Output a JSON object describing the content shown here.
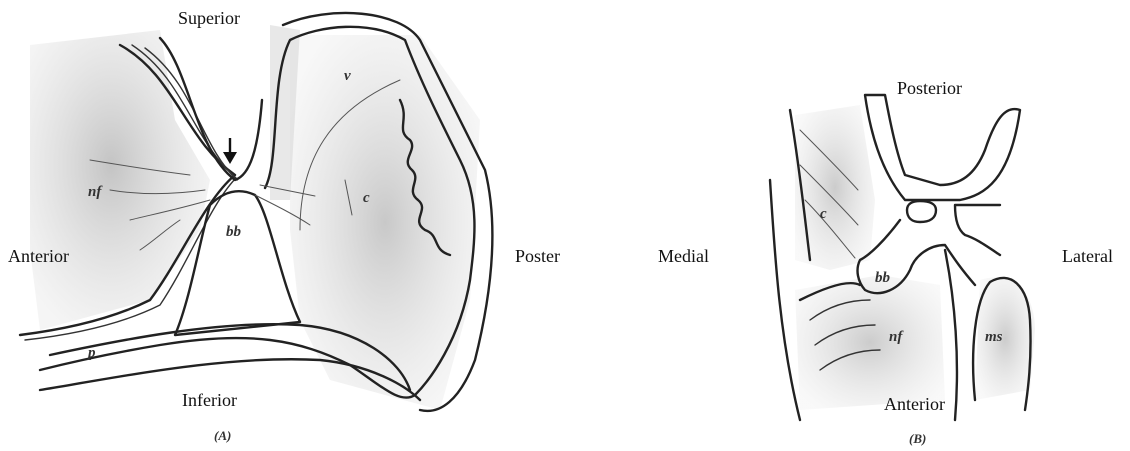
{
  "panel_a": {
    "orientation": {
      "top": "Superior",
      "left": "Anterior",
      "right": "Poster",
      "bottom": "Inferior"
    },
    "structures": {
      "nf": "nf",
      "bb": "bb",
      "c": "c",
      "v": "v",
      "p": "p"
    },
    "caption": "(A)"
  },
  "panel_b": {
    "orientation": {
      "top": "Posterior",
      "left": "Medial",
      "right": "Lateral",
      "bottom": "Anterior"
    },
    "structures": {
      "c": "c",
      "bb": "bb",
      "nf": "nf",
      "ms": "ms"
    },
    "caption": "(B)"
  },
  "colors": {
    "ink": "#222222",
    "shading": "#c8c8c8",
    "background": "#ffffff"
  }
}
